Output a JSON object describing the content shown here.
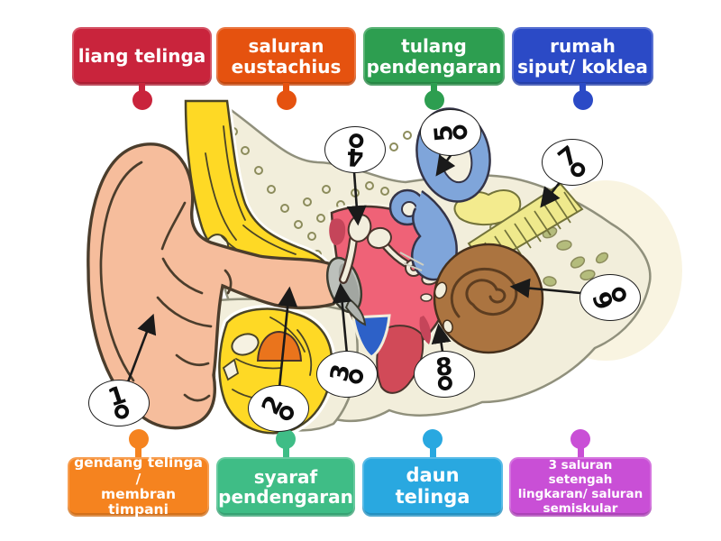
{
  "labels": {
    "top": [
      {
        "text": "liang telinga",
        "color": "#c9243c"
      },
      {
        "text": "saluran\neustachius",
        "color": "#e5520f"
      },
      {
        "text": "tulang\npendengaran",
        "color": "#2d9e50"
      },
      {
        "text": "rumah\nsiput/ koklea",
        "color": "#2b4ac6"
      }
    ],
    "bottom": [
      {
        "text": "gendang telinga /\nmembran timpani",
        "color": "#f5831f"
      },
      {
        "text": "syaraf\npendengaran",
        "color": "#3fbd86"
      },
      {
        "text": "daun telinga",
        "color": "#29a8e0"
      },
      {
        "text": "3 saluran setengah\nlingkaran/ saluran\nsemiskular",
        "color": "#c94fd6"
      }
    ]
  },
  "markers": [
    {
      "number": "1"
    },
    {
      "number": "2"
    },
    {
      "number": "3"
    },
    {
      "number": "4"
    },
    {
      "number": "5"
    },
    {
      "number": "6"
    },
    {
      "number": "7"
    },
    {
      "number": "8"
    }
  ],
  "illustration": {
    "name": "ear-anatomy-cross-section"
  }
}
